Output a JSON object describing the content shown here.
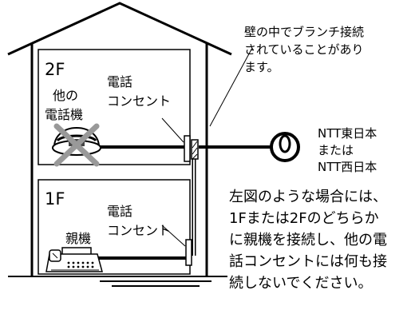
{
  "callout": {
    "line1": "壁の中でブランチ接続",
    "line2": "されていることがあり",
    "line3": "ます。"
  },
  "floor2": {
    "label": "2F",
    "other_phone_line1": "他の",
    "other_phone_line2": "電話機",
    "outlet_line1": "電話",
    "outlet_line2": "コンセント"
  },
  "floor1": {
    "label": "1F",
    "outlet_line1": "電話",
    "outlet_line2": "コンセント",
    "base_unit": "親機"
  },
  "ntt": {
    "line1": "NTT東日本",
    "line2": "または",
    "line3": "NTT西日本"
  },
  "instruction": {
    "line1": "左図のような場合には、",
    "line2": "1Fまたは2Fのどちらか",
    "line3": "に親機を接続し、他の電",
    "line4": "話コンセントには何も接",
    "line5": "続しないでください。"
  },
  "icons": [
    "prohibited-phone-icon",
    "telephone-icon",
    "fax-machine-icon",
    "ntt-line-coil-icon"
  ]
}
